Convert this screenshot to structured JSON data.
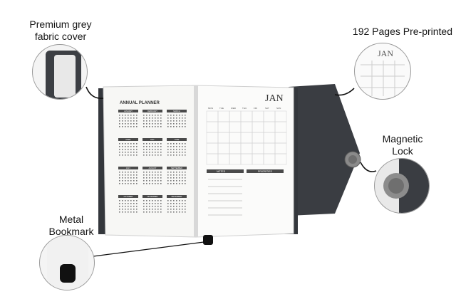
{
  "callouts": {
    "premium_line1": "Premium grey",
    "premium_line2": "fabric cover",
    "pages": "192 Pages Pre-printed",
    "magnetic_line1": "Magnetic",
    "magnetic_line2": "Lock",
    "metal_line1": "Metal",
    "metal_line2": "Bookmark"
  },
  "left_page": {
    "title": "ANNUAL PLANNER",
    "months": [
      "JANUARY",
      "FEBRUARY",
      "MARCH",
      "APRIL",
      "MAY",
      "JUNE",
      "JULY",
      "AUGUST",
      "SEPTEMBER",
      "OCTOBER",
      "NOVEMBER",
      "DECEMBER"
    ]
  },
  "right_page": {
    "month_label": "JAN",
    "weekdays": [
      "MON",
      "TUE",
      "WED",
      "THU",
      "FRI",
      "SAT",
      "SUN"
    ],
    "notes_label": "NOTES",
    "priorities_label": "PRIORITIES"
  },
  "colors": {
    "fabric": "#3a3d42",
    "page": "#f7f7f5",
    "header_bar": "#4a4a4a"
  }
}
